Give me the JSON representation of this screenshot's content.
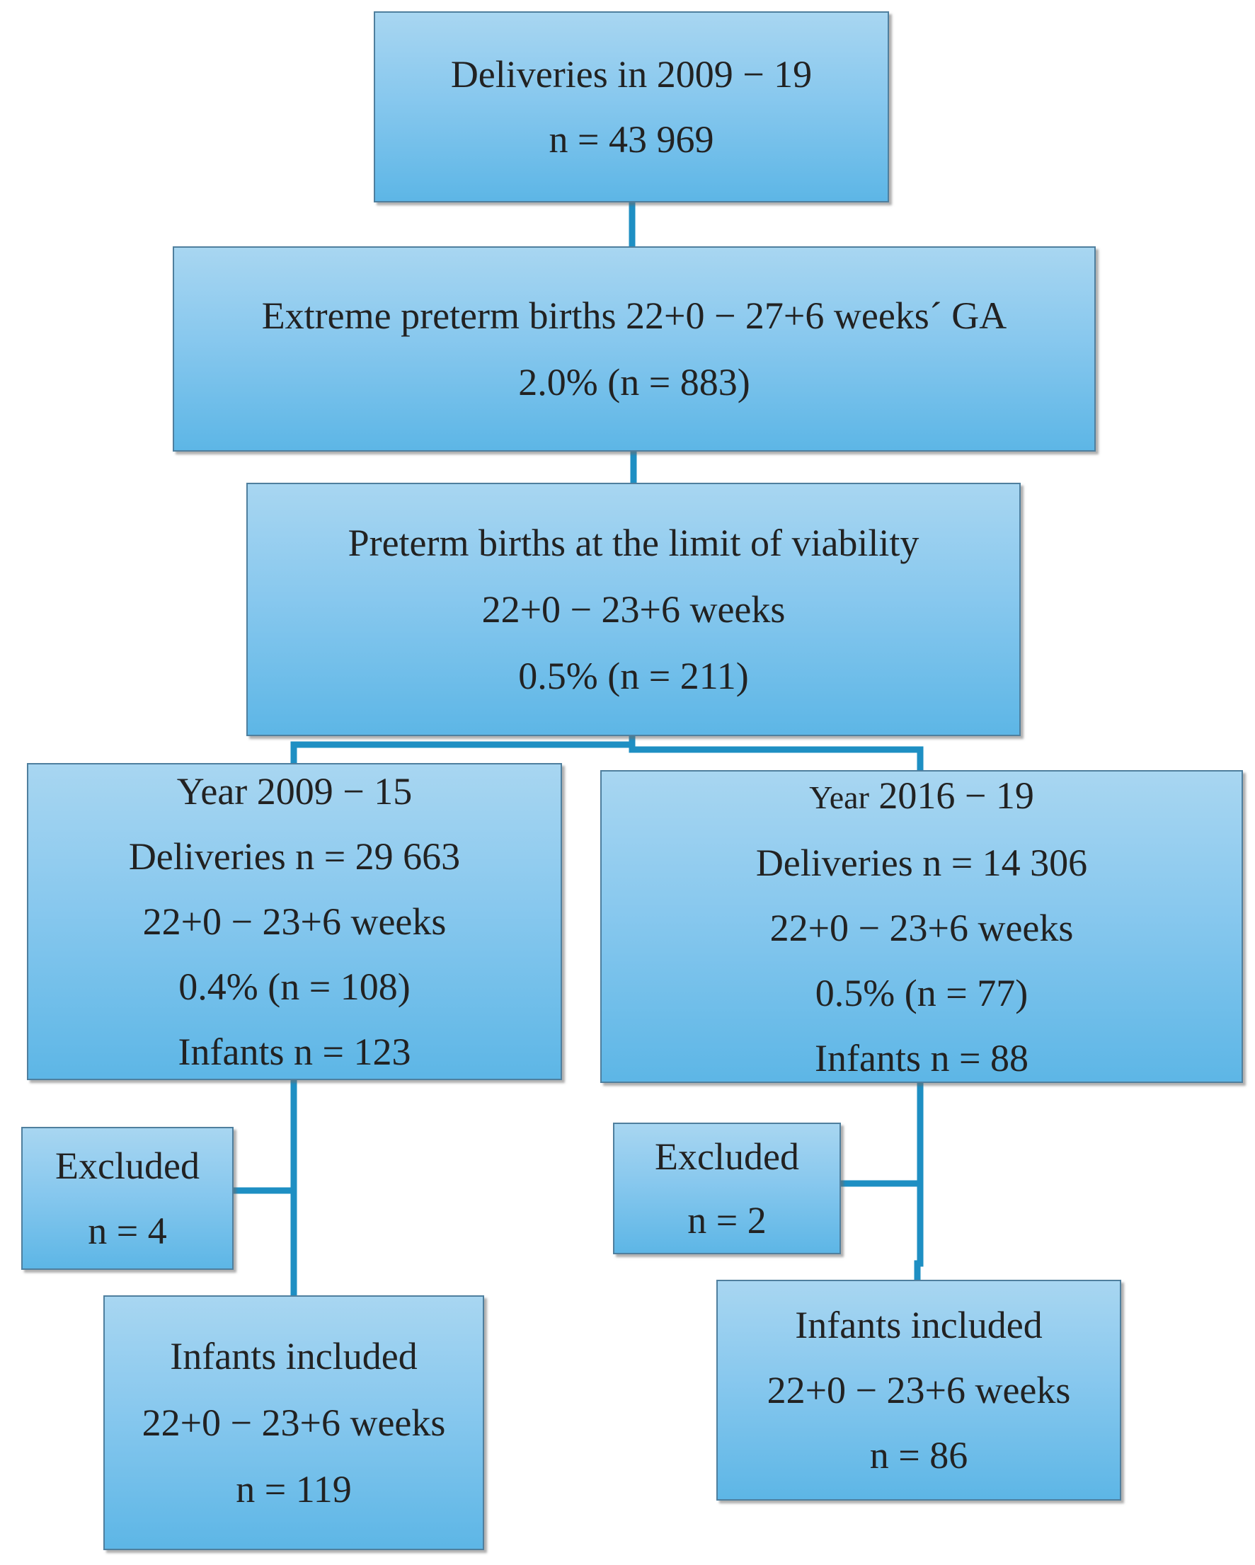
{
  "accent_colors": {
    "box_fill_top": "#a8d6f1",
    "box_fill_bottom": "#5db6e6",
    "connector": "#1e8fc3",
    "border": "#4f7f9e"
  },
  "boxes": {
    "deliveries": {
      "line1": "Deliveries in 2009 − 19",
      "line2": "n = 43 969"
    },
    "extreme_preterm": {
      "line1": "Extreme preterm births 22+0 − 27+6 weeks´ GA",
      "line2": "2.0% (n = 883)"
    },
    "limit_viability": {
      "line1": "Preterm births at the limit of viability",
      "line2": "22+0 − 23+6 weeks",
      "line3": "0.5% (n = 211)"
    },
    "period1": {
      "line1": "Year 2009 − 15",
      "line2": "Deliveries n = 29 663",
      "line3": "22+0 − 23+6 weeks",
      "line4": "0.4% (n = 108)",
      "line5": "Infants n = 123"
    },
    "period2": {
      "line1_word": "Year",
      "line1_rest": "2016 − 19",
      "line2": "Deliveries n = 14 306",
      "line3": "22+0 − 23+6 weeks",
      "line4": "0.5% (n = 77)",
      "line5": "Infants n = 88"
    },
    "excluded1": {
      "line1": "Excluded",
      "line2": "n = 4"
    },
    "excluded2": {
      "line1": "Excluded",
      "line2": "n = 2"
    },
    "included1": {
      "line1": "Infants included",
      "line2": "22+0 − 23+6 weeks",
      "line3": "n = 119"
    },
    "included2": {
      "line1": "Infants included",
      "line2": "22+0 − 23+6 weeks",
      "line3": "n = 86"
    }
  }
}
